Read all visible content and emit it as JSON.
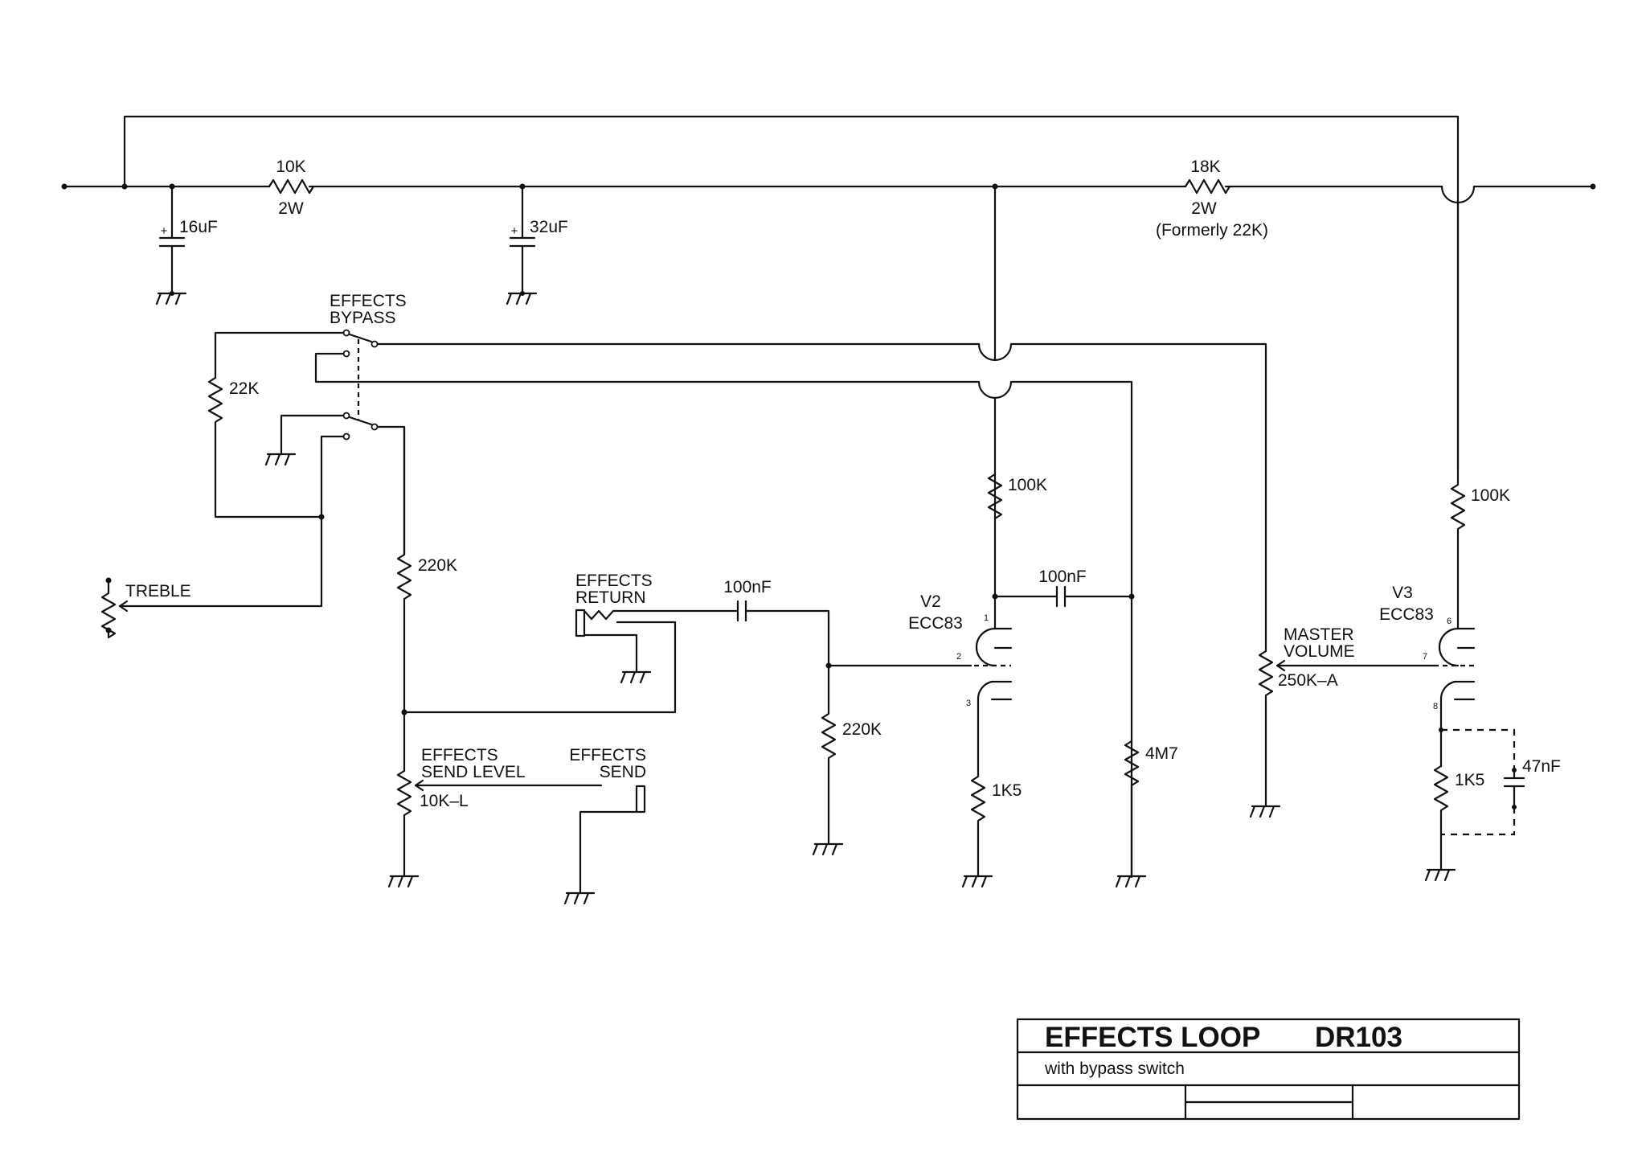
{
  "components": {
    "c_16uf": "16uF",
    "c_32uf": "32uF",
    "r_10k": "10K",
    "r_10k_power": "2W",
    "r_18k": "18K",
    "r_18k_power": "2W",
    "r_18k_note": "(Formerly 22K)",
    "effects_bypass": [
      "EFFECTS",
      "BYPASS"
    ],
    "r_22k": "22K",
    "treble": "TREBLE",
    "r_220k_left": "220K",
    "effects_return": [
      "EFFECTS",
      "RETURN"
    ],
    "c_100nf_in": "100nF",
    "r_220k_grid": "220K",
    "r_100k_v2": "100K",
    "c_100nf_coupling": "100nF",
    "v2": [
      "V2",
      "ECC83"
    ],
    "r_1k5_v2": "1K5",
    "r_4m7": "4M7",
    "master_volume": [
      "MASTER",
      "VOLUME"
    ],
    "master_volume_value": "250K–A",
    "v3": [
      "V3",
      "ECC83"
    ],
    "r_100k_v3": "100K",
    "r_1k5_v3": "1K5",
    "c_47nf": "47nF",
    "effects_send_level": [
      "EFFECTS",
      "SEND LEVEL"
    ],
    "effects_send_level_value": "10K–L",
    "effects_send": [
      "EFFECTS",
      "SEND"
    ],
    "v2_pins": [
      "1",
      "2",
      "3"
    ],
    "v3_pins": [
      "6",
      "7",
      "8"
    ],
    "plus_sign": "+"
  },
  "title_block": {
    "title": "EFFECTS LOOP",
    "drawing_number": "DR103",
    "subtitle": "with bypass switch"
  }
}
